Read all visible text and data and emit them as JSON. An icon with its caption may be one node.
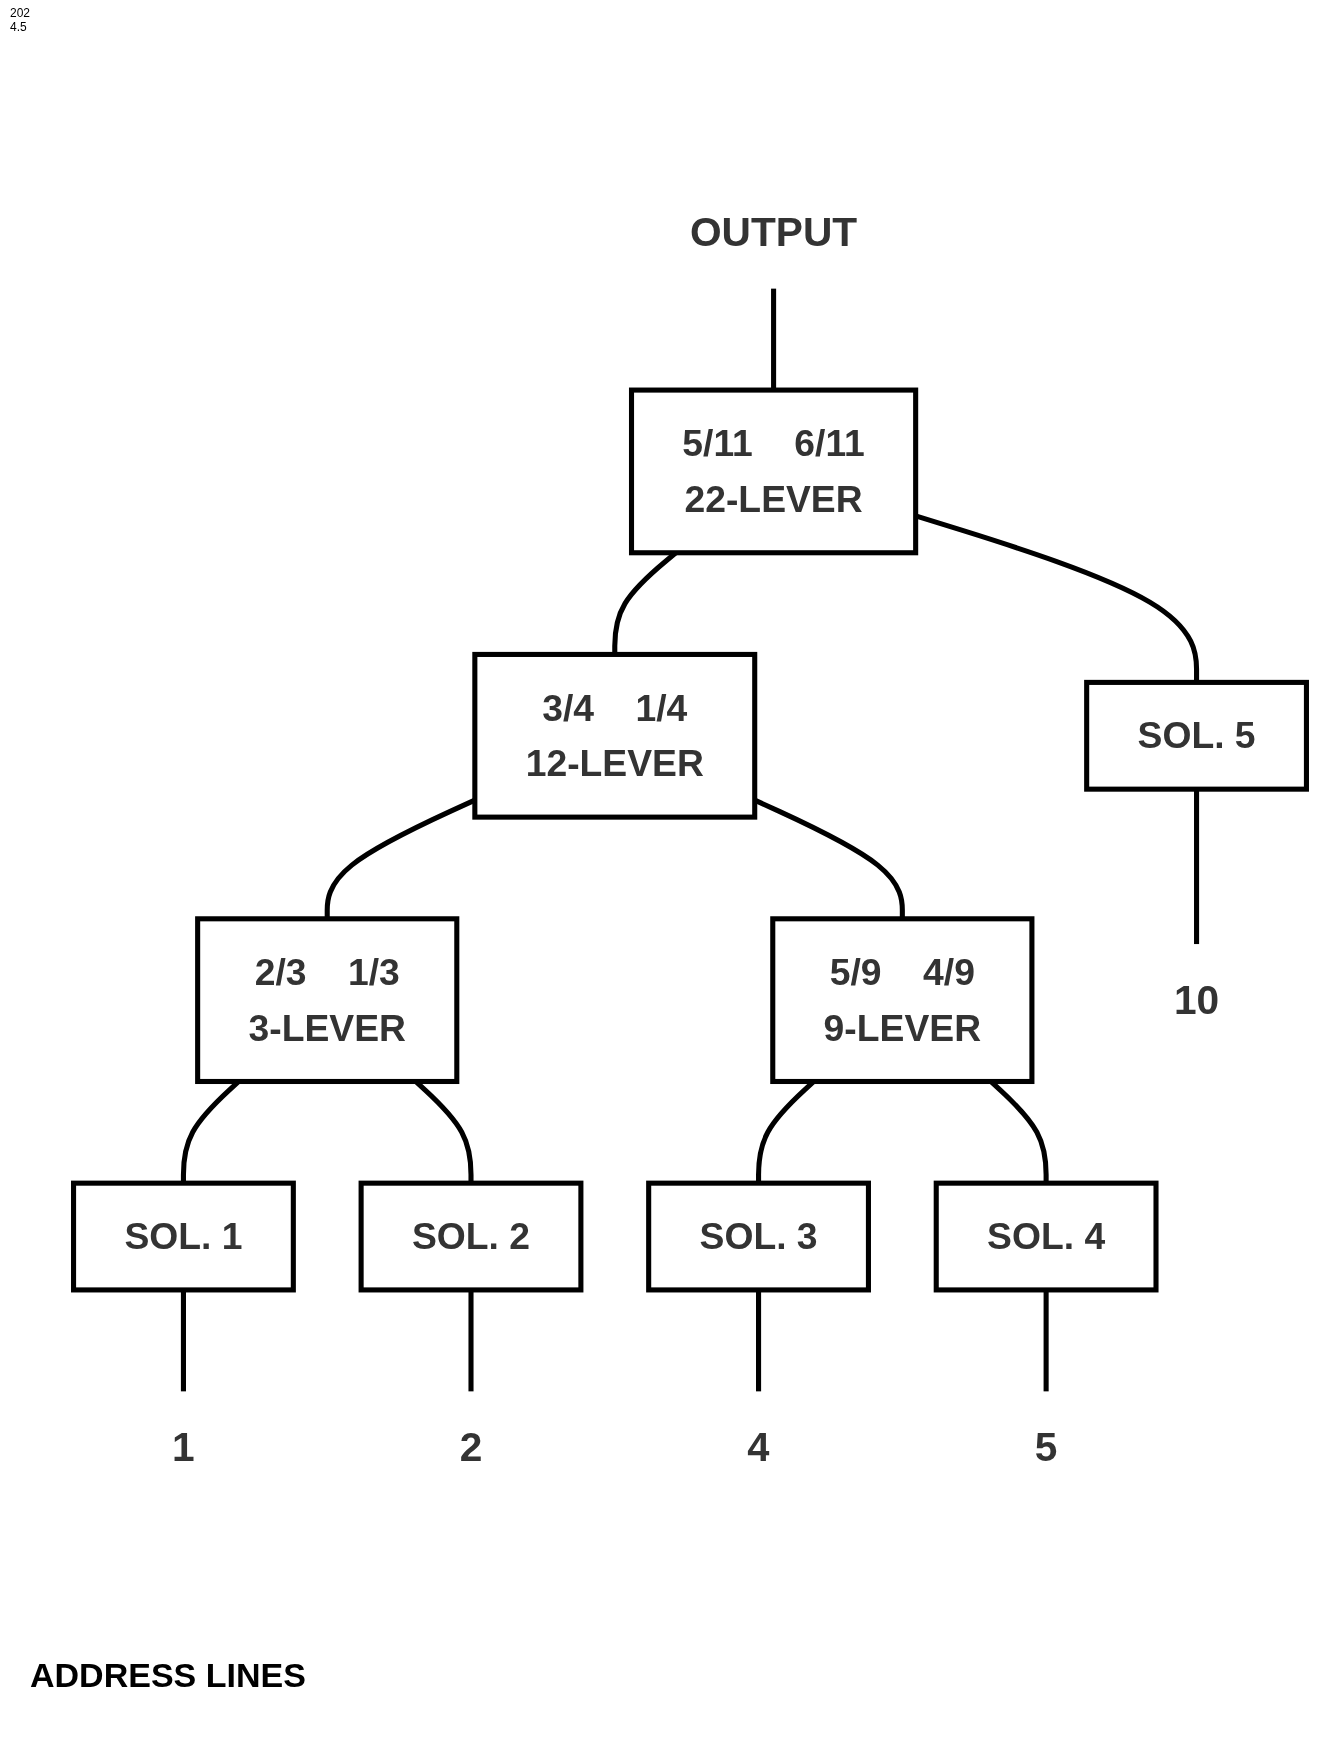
{
  "diagram": {
    "nodes": [
      {
        "text": [
          "OUTPUT"
        ]
      },
      {
        "text": [
          "5/11",
          "6/11",
          "22-LEVER"
        ]
      },
      {
        "text": [
          "3/4",
          "1/4",
          "12-LEVER"
        ]
      },
      {
        "text": [
          "2/3",
          "1/3",
          "3-LEVER"
        ]
      },
      {
        "text": [
          "5/9",
          "4/9",
          "9-LEVER"
        ]
      },
      {
        "text": [
          "SOL. 1"
        ]
      },
      {
        "text": [
          "SOL. 2"
        ]
      },
      {
        "text": [
          "SOL. 3"
        ]
      },
      {
        "text": [
          "SOL. 4"
        ]
      },
      {
        "text": [
          "SOL. 5"
        ]
      },
      {
        "text": [
          "1"
        ]
      },
      {
        "text": [
          "2"
        ]
      },
      {
        "text": [
          "4"
        ]
      },
      {
        "text": [
          "5"
        ]
      },
      {
        "text": [
          "10"
        ]
      }
    ],
    "edges": [
      {
        "from": 0,
        "to": 1,
        "arrow": "none"
      },
      {
        "from": 1,
        "to": 2,
        "arrow": "none"
      },
      {
        "from": 1,
        "to": 9,
        "arrow": "none"
      },
      {
        "from": 2,
        "to": 3,
        "arrow": "none"
      },
      {
        "from": 2,
        "to": 4,
        "arrow": "none"
      },
      {
        "from": 3,
        "to": 5,
        "arrow": "none"
      },
      {
        "from": 3,
        "to": 6,
        "arrow": "none"
      },
      {
        "from": 4,
        "to": 7,
        "arrow": "none"
      },
      {
        "from": 4,
        "to": 8,
        "arrow": "none"
      },
      {
        "from": 5,
        "to": 10,
        "arrow": "none"
      },
      {
        "from": 6,
        "to": 11,
        "arrow": "none"
      },
      {
        "from": 7,
        "to": 12,
        "arrow": "none"
      },
      {
        "from": 8,
        "to": 13,
        "arrow": "none"
      },
      {
        "from": 9,
        "to": 14,
        "arrow": "none"
      }
    ],
    "labels": [
      "202",
      "4.5",
      "ADDRESS LINES"
    ]
  }
}
